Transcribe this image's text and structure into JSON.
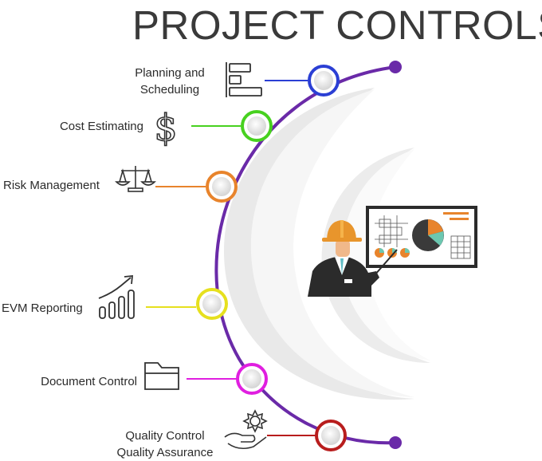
{
  "title": "PROJECT CONTROLS",
  "items": [
    {
      "label_line1": "Planning and",
      "label_line2": "Scheduling",
      "icon": "gantt-chart-icon",
      "color": "#2b3fd4"
    },
    {
      "label": "Cost Estimating",
      "icon": "dollar-sign-icon",
      "color": "#47d11f"
    },
    {
      "label": "Risk Management",
      "icon": "balance-scale-icon",
      "color": "#e8842c"
    },
    {
      "label": "EVM Reporting",
      "icon": "growth-bar-chart-icon",
      "color": "#e6e01e"
    },
    {
      "label": "Document Control",
      "icon": "folder-icon",
      "color": "#e01fe0"
    },
    {
      "label_line1": "Quality Control",
      "label_line2": "Quality Assurance",
      "icon": "quality-badge-hand-icon",
      "color": "#b81d1d"
    }
  ],
  "arc_color": "#6a2aa8",
  "illustration": {
    "figure": "engineer-presenting-icon",
    "board": "presentation-board-icon"
  }
}
